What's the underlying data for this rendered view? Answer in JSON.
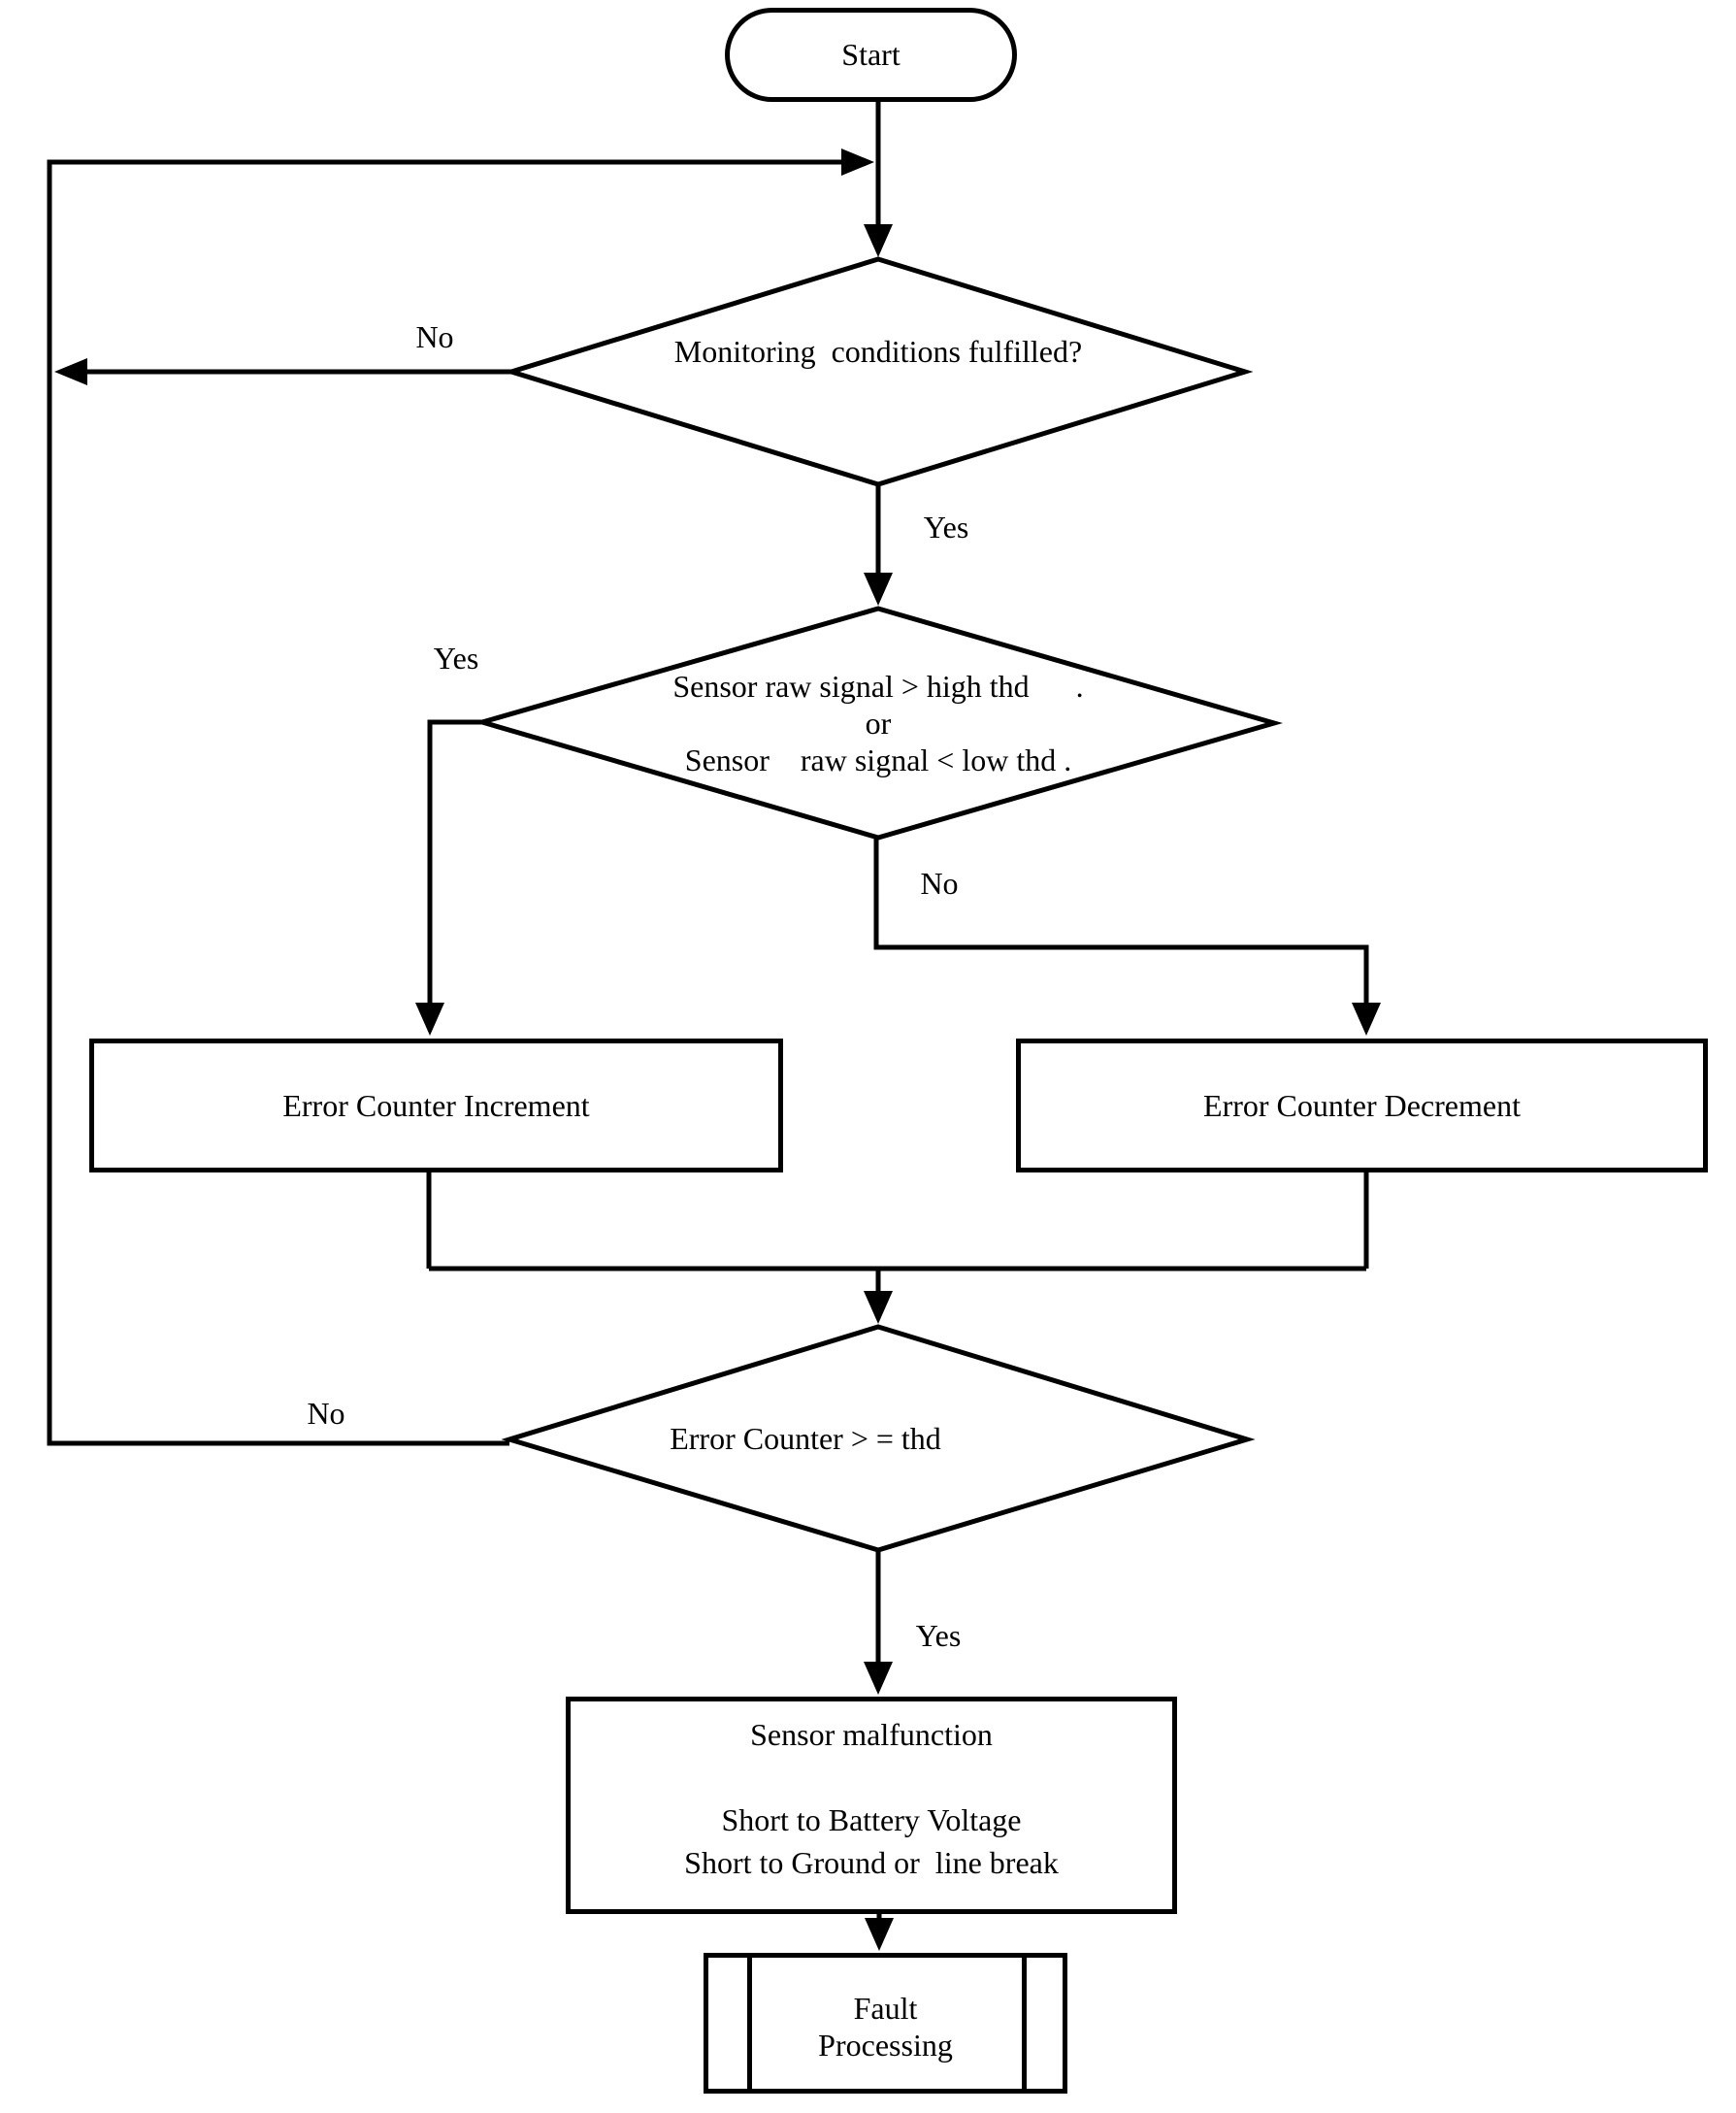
{
  "nodes": {
    "start": "Start",
    "decision_monitoring": "Monitoring  conditions fulfilled?",
    "decision_signal": "Sensor raw signal > high thd      .\nor\nSensor    raw signal < low thd .",
    "process_increment": "Error Counter Increment",
    "process_decrement": "Error Counter Decrement",
    "decision_counter": "Error Counter > = thd",
    "process_malfunction": "Sensor malfunction\n\nShort to Battery Voltage\nShort to Ground or  line break",
    "predefined_fault": "Fault\nProcessing"
  },
  "branch_labels": {
    "monitoring_no": "No",
    "monitoring_yes": "Yes",
    "signal_yes": "Yes",
    "signal_no": "No",
    "counter_no": "No",
    "counter_yes": "Yes"
  },
  "colors": {
    "line": "#000000",
    "background": "#ffffff"
  }
}
